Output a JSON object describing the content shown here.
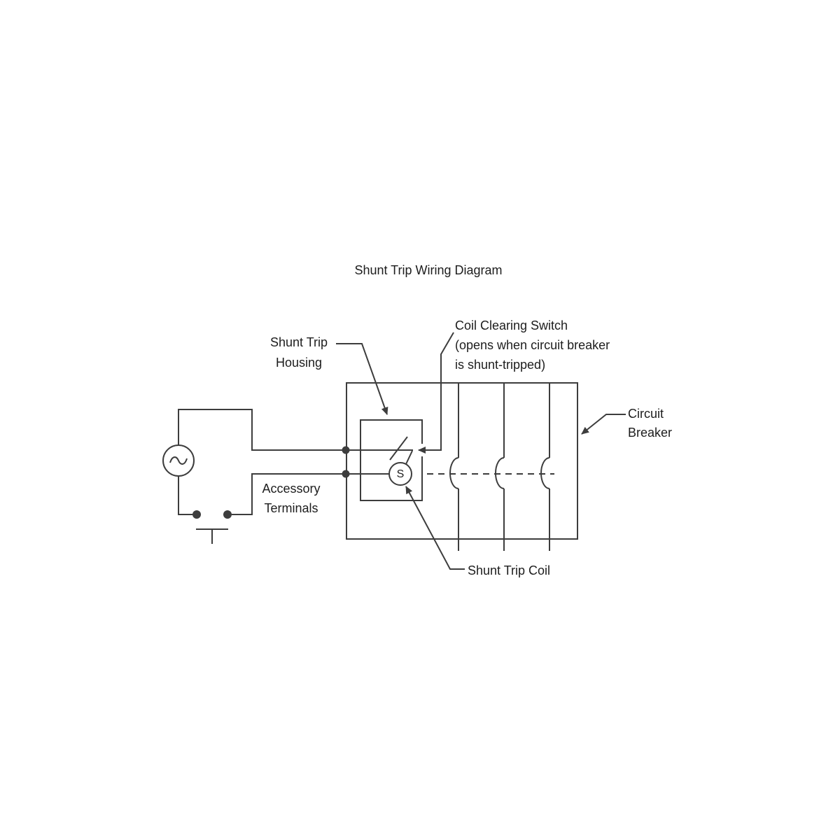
{
  "diagram": {
    "title": "Shunt Trip Wiring Diagram",
    "labels": {
      "shunt_trip_housing": {
        "line1": "Shunt Trip",
        "line2": "Housing"
      },
      "coil_clearing_switch": {
        "line1": "Coil Clearing Switch",
        "line2": "(opens when circuit breaker",
        "line3": "is shunt-tripped)"
      },
      "circuit_breaker": {
        "line1": "Circuit",
        "line2": "Breaker"
      },
      "accessory_terminals": {
        "line1": "Accessory",
        "line2": "Terminals"
      },
      "shunt_trip_coil": "Shunt Trip Coil",
      "coil_symbol": "S"
    },
    "colors": {
      "line": "#3d3d3d",
      "text": "#1d1d1d",
      "background": "#ffffff"
    }
  }
}
